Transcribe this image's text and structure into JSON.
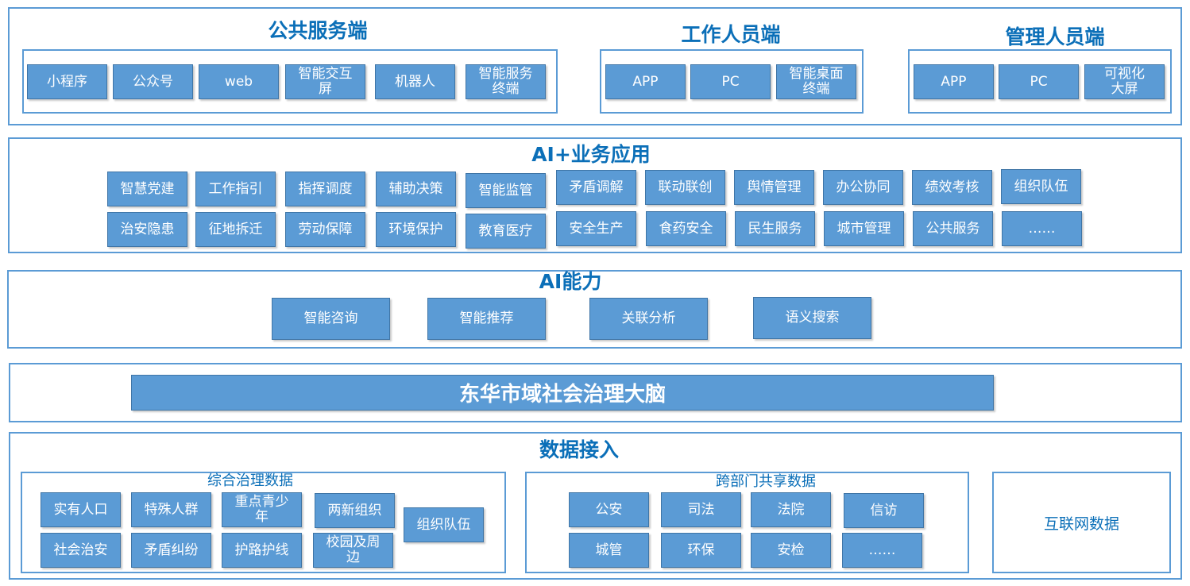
{
  "colors": {
    "accent": "#5b9bd5",
    "title": "#0b6fb8"
  },
  "service_layer": {
    "public": {
      "title": "公共服务端",
      "items": [
        "小程序",
        "公众号",
        "web",
        "智能交互屏",
        "机器人",
        "智能服务终端"
      ]
    },
    "staff": {
      "title": "工作人员端",
      "items": [
        "APP",
        "PC",
        "智能桌面终端"
      ]
    },
    "admin": {
      "title": "管理人员端",
      "items": [
        "APP",
        "PC",
        "可视化大屏"
      ]
    }
  },
  "ai_business": {
    "title": "AI+业务应用",
    "row1": [
      "智慧党建",
      "工作指引",
      "指挥调度",
      "辅助决策",
      "智能监管",
      "矛盾调解",
      "联动联创",
      "舆情管理",
      "办公协同",
      "绩效考核",
      "组织队伍"
    ],
    "row2": [
      "治安隐患",
      "征地拆迁",
      "劳动保障",
      "环境保护",
      "教育医疗",
      "安全生产",
      "食药安全",
      "民生服务",
      "城市管理",
      "公共服务",
      "……"
    ]
  },
  "ai_capability": {
    "title": "AI能力",
    "items": [
      "智能咨询",
      "智能推荐",
      "关联分析",
      "语义搜索"
    ]
  },
  "brain": {
    "label": "东华市域社会治理大脑"
  },
  "data_access": {
    "title": "数据接入",
    "governance": {
      "title": "综合治理数据",
      "items": [
        "实有人口",
        "特殊人群",
        "重点青少年",
        "两新组织",
        "组织队伍",
        "社会治安",
        "矛盾纠纷",
        "护路护线",
        "校园及周边"
      ]
    },
    "cross_dept": {
      "title": "跨部门共享数据",
      "items": [
        "公安",
        "司法",
        "法院",
        "信访",
        "城管",
        "环保",
        "安检",
        "……"
      ]
    },
    "internet": {
      "label": "互联网数据"
    }
  }
}
